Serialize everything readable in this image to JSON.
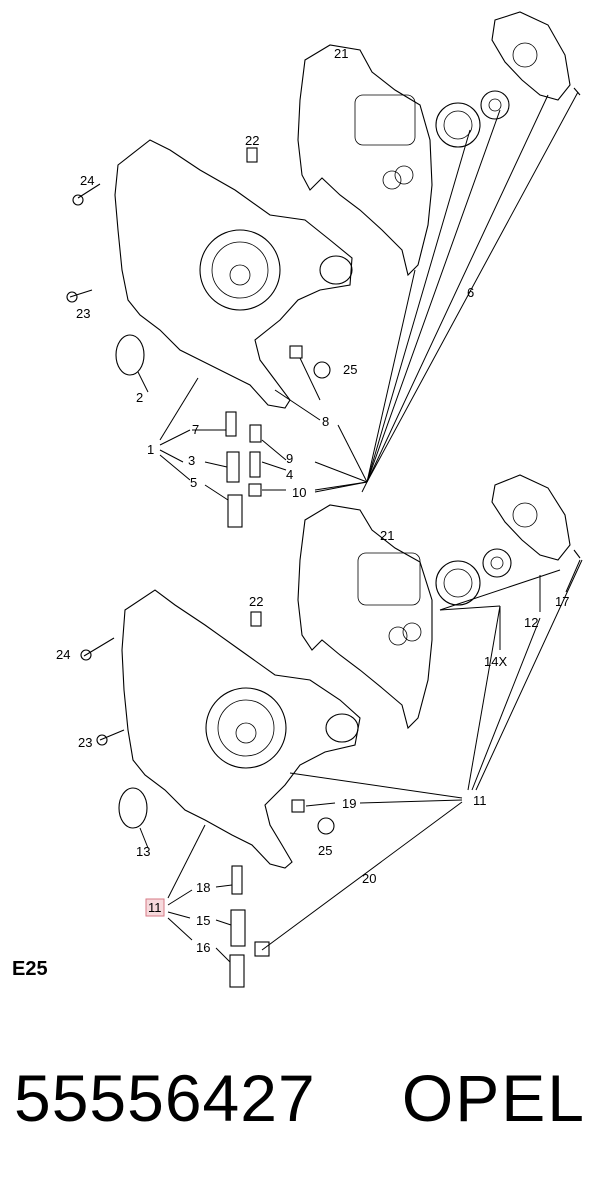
{
  "diagram": {
    "section_code": "E25",
    "upper_callouts": {
      "c1": "1",
      "c2": "2",
      "c3": "3",
      "c4": "4",
      "c5": "5",
      "c6": "6",
      "c7": "7",
      "c8": "8",
      "c9": "9",
      "c10": "10",
      "c21": "21",
      "c22": "22",
      "c23": "23",
      "c24": "24",
      "c25": "25"
    },
    "lower_callouts": {
      "c11a": "11",
      "c11b": "11",
      "c12": "12",
      "c13": "13",
      "c14x": "14X",
      "c15": "15",
      "c16": "16",
      "c17": "17",
      "c18": "18",
      "c19": "19",
      "c20": "20",
      "c21": "21",
      "c22": "22",
      "c23": "23",
      "c24": "24",
      "c25": "25"
    },
    "highlight_color": "#f6d9dc"
  },
  "footer": {
    "part_number": "55556427",
    "brand": "OPEL"
  }
}
